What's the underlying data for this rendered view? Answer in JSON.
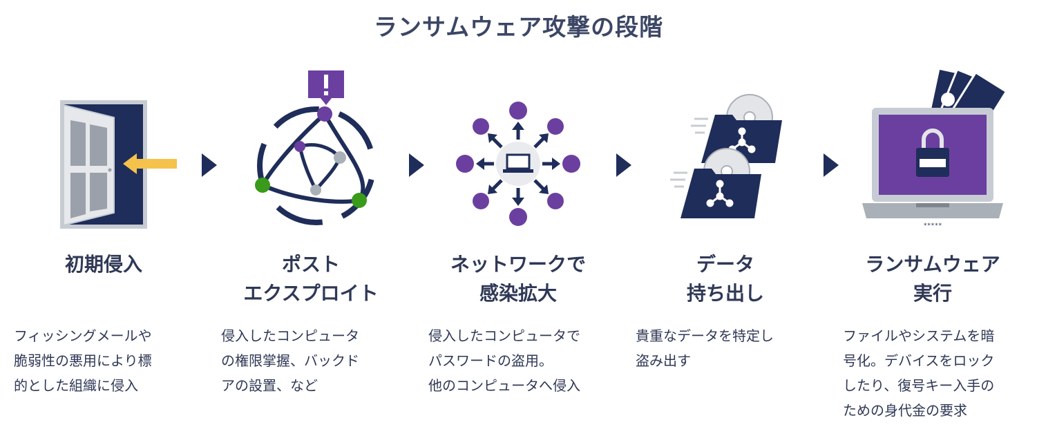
{
  "title": "ランサムウェア攻撃の段階",
  "colors": {
    "navy": "#1f2d5a",
    "purple": "#6b3fa0",
    "green": "#3a9a1a",
    "gray": "#aab0b8",
    "yellow": "#f5c24c"
  },
  "stages": [
    {
      "icon": "door-icon",
      "label": "初期侵入",
      "desc": "フィッシングメールや\n脆弱性の悪用により標\n的とした組織に侵入"
    },
    {
      "icon": "network-exploit-icon",
      "label": "ポスト\nエクスプロイト",
      "desc": "侵入したコンピュータ\nの権限掌握、バックド\nアの設置、など"
    },
    {
      "icon": "spread-icon",
      "label": "ネットワークで\n感染拡大",
      "desc": "侵入したコンピュータで\nパスワードの盗用。\n他のコンピュータへ侵入"
    },
    {
      "icon": "folder-exfiltration-icon",
      "label": "データ\n持ち出し",
      "desc": "貴重なデータを特定し\n盗み出す"
    },
    {
      "icon": "locked-laptop-icon",
      "label": "ランサムウェア\n実行",
      "desc": "ファイルやシステムを暗\n号化。デバイスをロック\nしたり、復号キー入手の\nための身代金の要求"
    }
  ],
  "password_mask": "*****"
}
